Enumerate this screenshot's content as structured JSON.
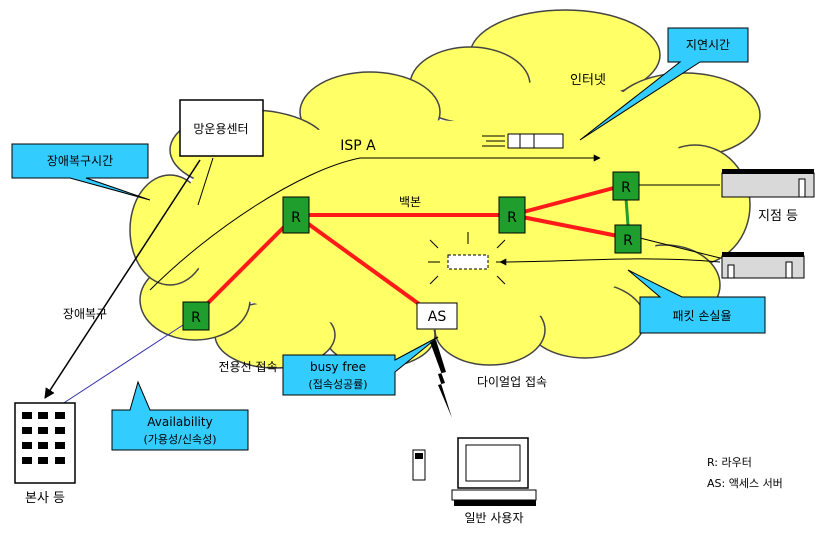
{
  "labels": {
    "internet": "인터넷",
    "isp": "ISP A",
    "backbone": "백본",
    "operations_center": "망운용센터",
    "outage_time": "장애복구시간",
    "latency": "지연시간",
    "packet_loss": "패킷 손실율",
    "outage": "장애복구",
    "leased_line": "전용선 접속",
    "busy_free_1": "busy free",
    "busy_free_2": "(접속성공률)",
    "dialup": "다이얼업 접속",
    "availability_1": "Availability",
    "availability_2": "(가용성/신속성)",
    "headquarters": "본사 등",
    "branch": "지점 등",
    "individual_user": "일반 사용자",
    "router": "R",
    "access_server": "AS"
  },
  "legend": {
    "router": "R: 라우터",
    "access_server": "AS: 액세스 서버"
  },
  "colors": {
    "cloud": "#ffff66",
    "router_fill": "#1f9e2e",
    "link_red": "#ff1a1a",
    "callout_cyan": "#33ccff"
  }
}
